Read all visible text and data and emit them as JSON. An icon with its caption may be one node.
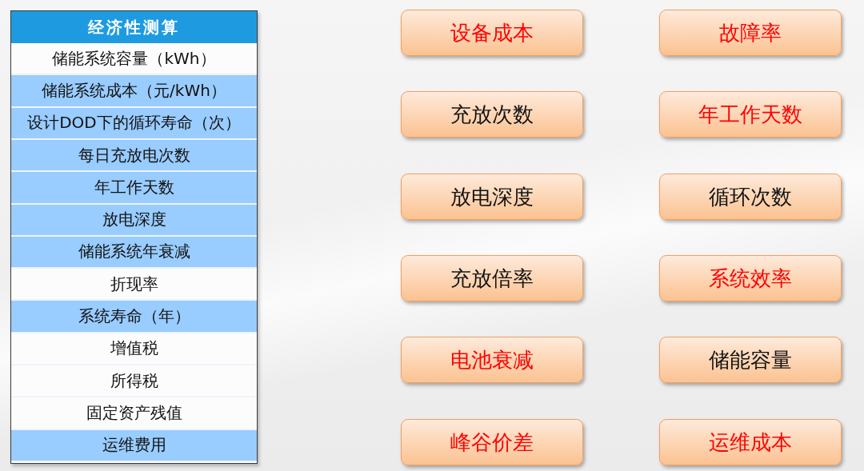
{
  "diagram": {
    "nodes": [
      {
        "text": [
          "设备成本"
        ]
      },
      {
        "text": [
          "故障率"
        ]
      },
      {
        "text": [
          "充放次数"
        ]
      },
      {
        "text": [
          "年工作天数"
        ]
      },
      {
        "text": [
          "放电深度"
        ]
      },
      {
        "text": [
          "循环次数"
        ]
      },
      {
        "text": [
          "充放倍率"
        ]
      },
      {
        "text": [
          "系统效率"
        ]
      },
      {
        "text": [
          "电池衰减"
        ]
      },
      {
        "text": [
          "储能容量"
        ]
      },
      {
        "text": [
          "峰谷价差"
        ]
      },
      {
        "text": [
          "运维成本"
        ]
      }
    ],
    "labels": [
      "经济性测算",
      "储能系统容量（kWh）",
      "储能系统成本（元/kWh）",
      "设计DOD下的循环寿命（次）",
      "每日充放电次数",
      "年工作天数",
      "放电深度",
      "储能系统年衰减",
      "折现率",
      "系统寿命（年）",
      "增值税",
      "所得税",
      "固定资产残值",
      "运维费用"
    ]
  }
}
